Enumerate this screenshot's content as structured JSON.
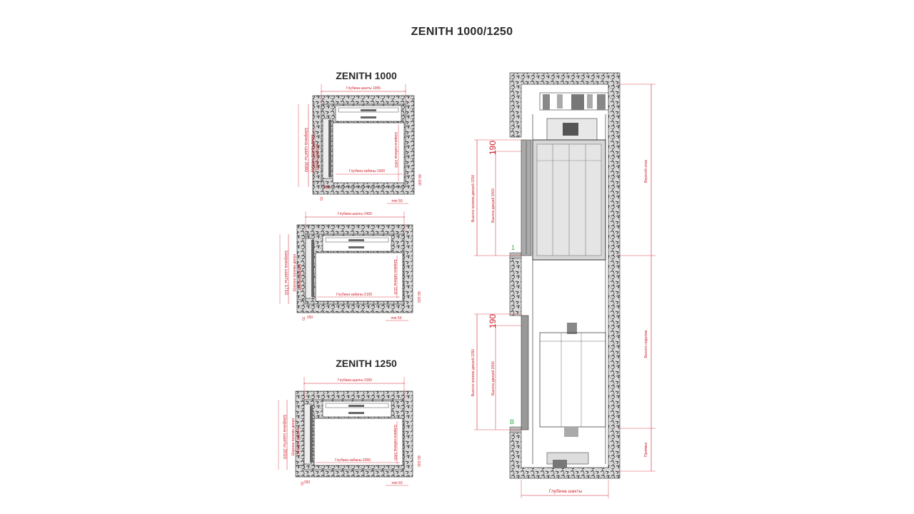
{
  "titles": {
    "main": "ZENITH 1000/1250",
    "zenith1000": "ZENITH 1000",
    "zenith1250": "ZENITH 1250"
  },
  "plan1": {
    "shaft_depth": "Глубина шахты 1955",
    "cabin_depth": "Глубина кабины 1600",
    "cabin_width": "Ширина кабины 1400",
    "shaft_width": "Ширина шахты 2000",
    "door_clear": "Ширина проема двери",
    "door_width": "Ширина дверей",
    "min": "min 50",
    "s1": "70",
    "s2": "250",
    "s3": "60-100"
  },
  "plan2": {
    "shaft_depth": "Глубина шахты 2455",
    "cabin_depth": "Глубина кабины 2100",
    "cabin_width": "Ширина кабины 1100",
    "shaft_width": "Ширина шахты 1710",
    "door_clear": "Ширина проема двери",
    "door_width": "Ширина дверей",
    "min": "min 50",
    "s1": "70",
    "s2": "250",
    "s3": "60-100"
  },
  "plan3": {
    "shaft_depth": "Глубина шахты 2355",
    "cabin_depth": "Глубина кабины 2000",
    "cabin_width": "Ширина кабины 1400",
    "shaft_width": "Ширина шахты 2010",
    "door_clear": "Ширина проема двери",
    "door_width": "Ширина дверей",
    "min": "min 50",
    "s1": "70",
    "s2": "250",
    "s3": "60-100"
  },
  "section": {
    "top_floor": "Верхний этаж",
    "travel": "Высота подъема",
    "pit": "Приямок",
    "shaft_depth": "Глубина шахты",
    "door_opening_top": "Высота проема дверей 2250",
    "door_height_top": "Высота дверей 2000",
    "door_opening_bottom": "Высота проема дверей 2250",
    "door_height_bottom": "Высота дверей 2000",
    "dim190_top": "190",
    "dim190_bottom": "190",
    "marker_top": "1",
    "marker_bottom": "B"
  }
}
